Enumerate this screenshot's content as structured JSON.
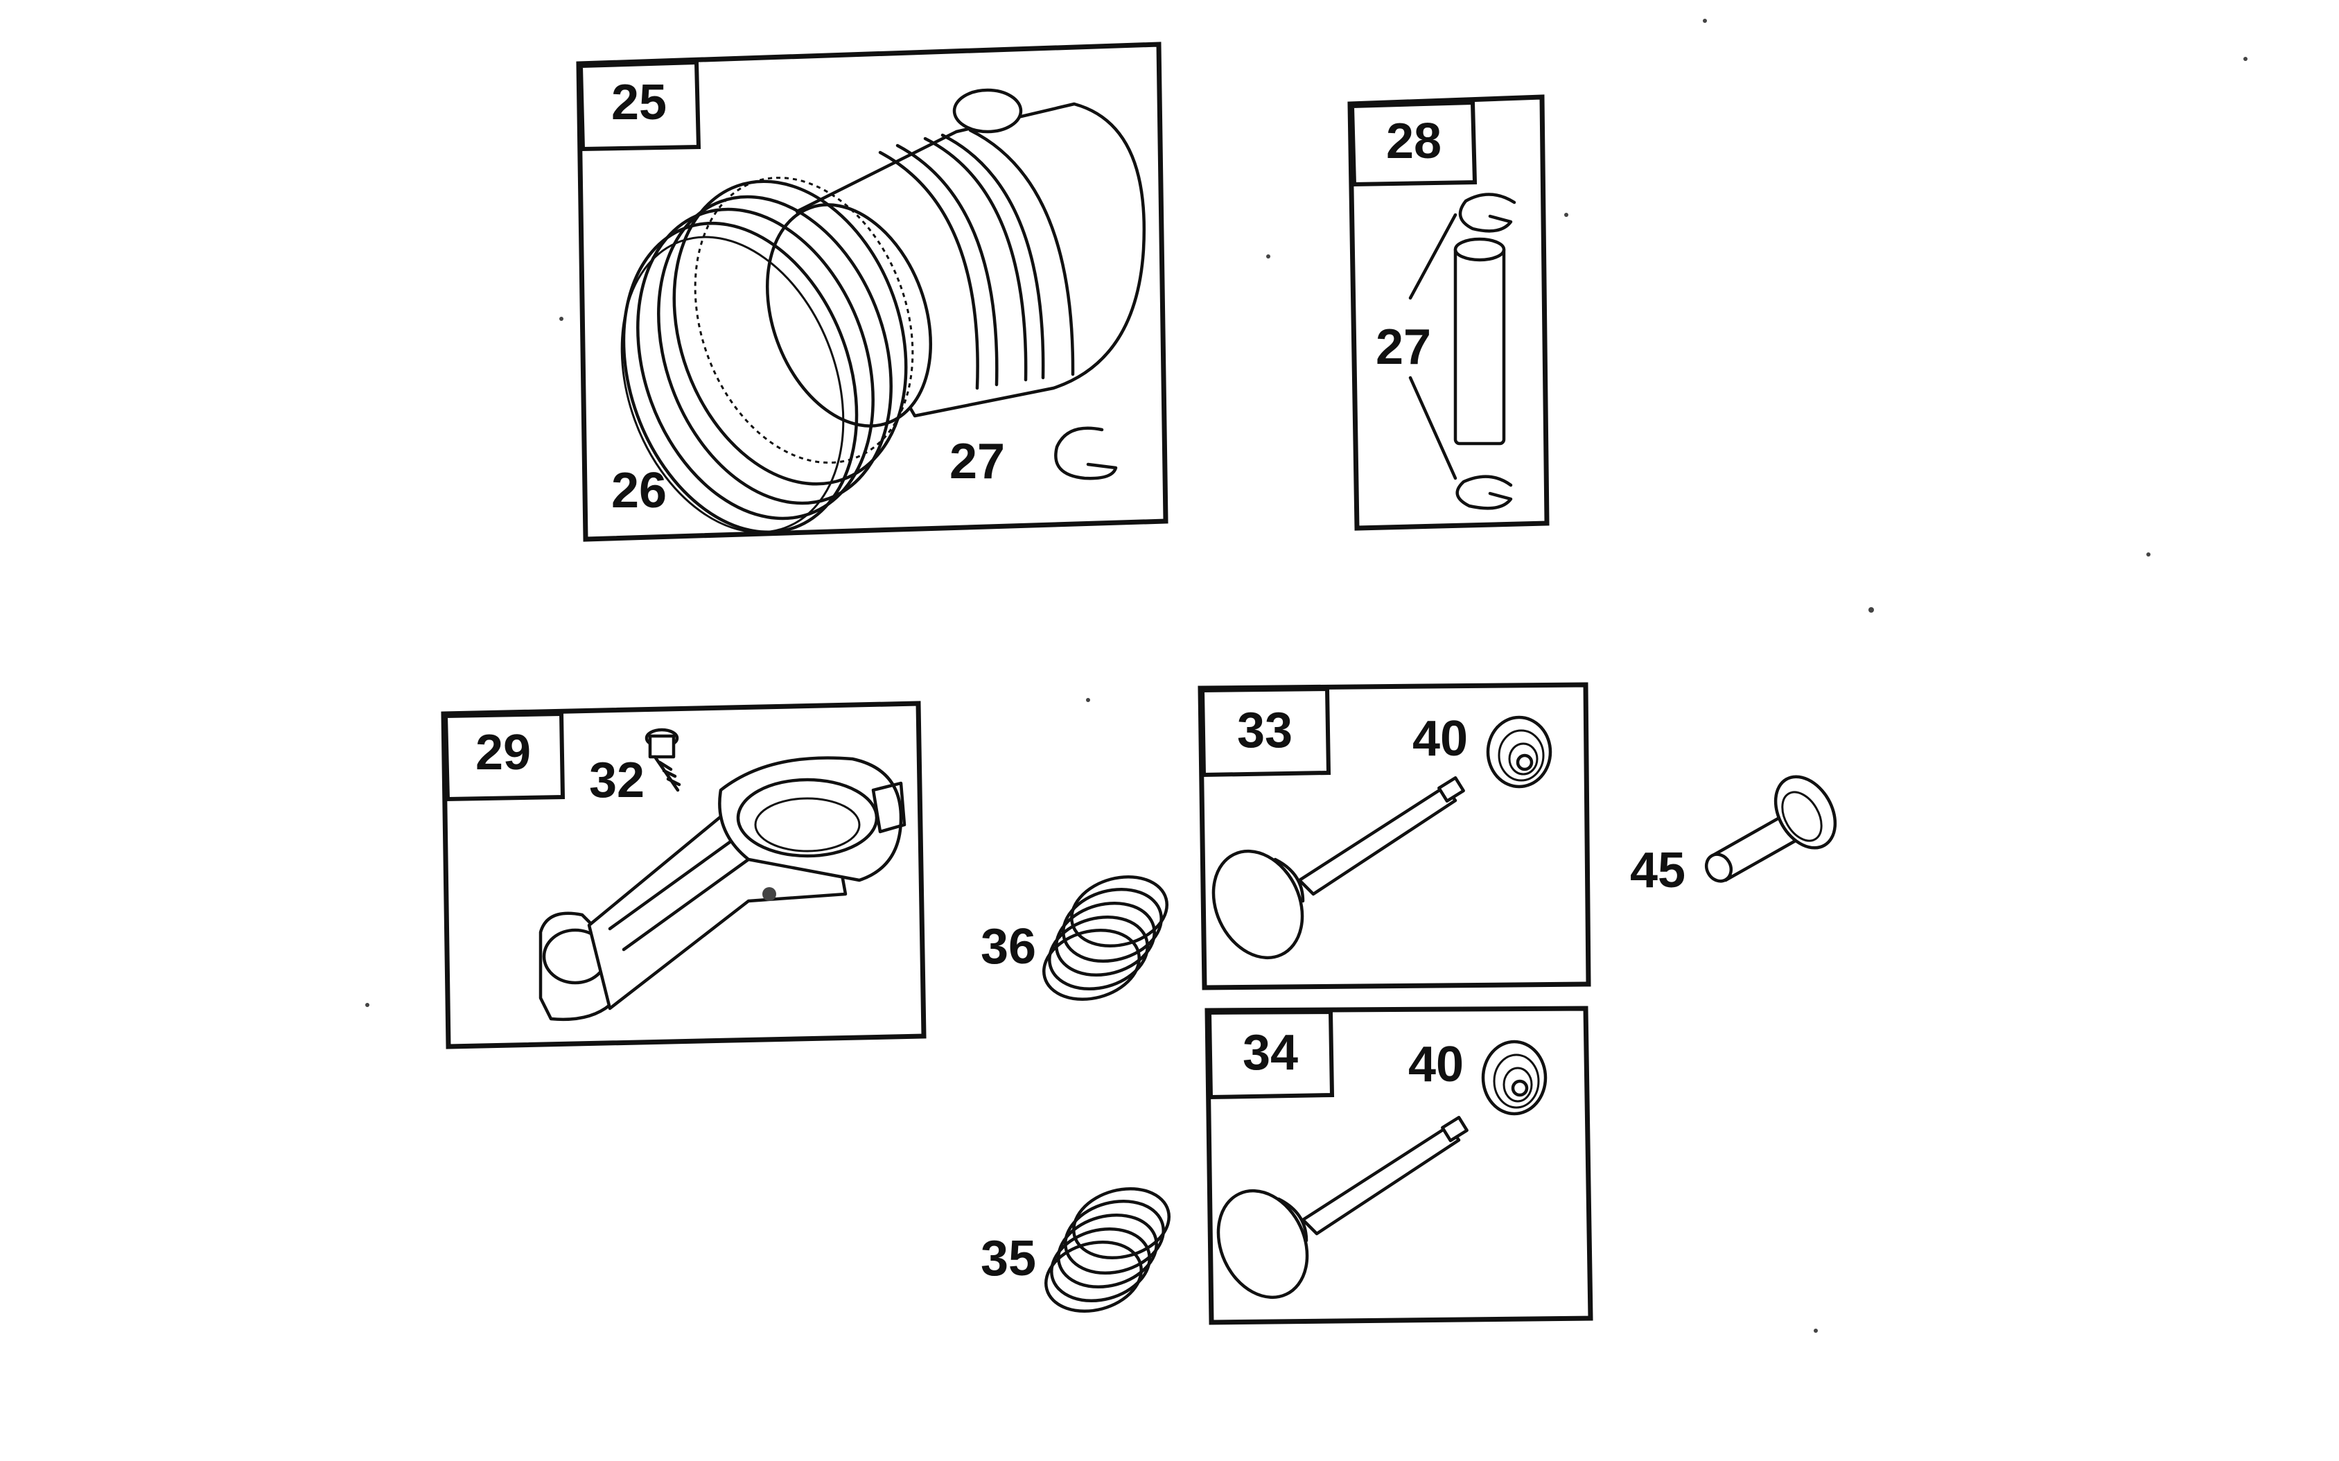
{
  "panels": [
    {
      "id": "p25",
      "tag": "25",
      "callouts": [
        "26",
        "27"
      ]
    },
    {
      "id": "p28",
      "tag": "28",
      "callouts": [
        "27"
      ]
    },
    {
      "id": "p29",
      "tag": "29",
      "callouts": [
        "32"
      ]
    },
    {
      "id": "p33",
      "tag": "33",
      "callouts": [
        "40"
      ]
    },
    {
      "id": "p34",
      "tag": "34",
      "callouts": [
        "40"
      ]
    }
  ],
  "loose_callouts": [
    "36",
    "35",
    "45"
  ],
  "colors": {
    "ink": "#111111",
    "paper": "#ffffff"
  }
}
